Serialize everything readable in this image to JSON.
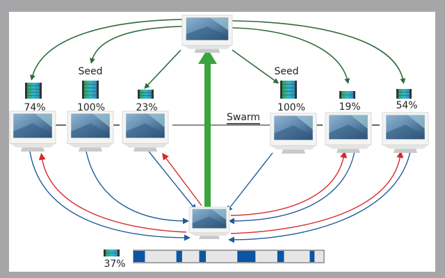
{
  "colors": {
    "background": "#a6a5a7",
    "panel": "#ffffff",
    "upload_arrow": "#3aa53a",
    "seed_arrow": "#2e6b3a",
    "download_arrow": "#1f5a9a",
    "upload_peer_arrow": "#d42a2a",
    "progress_filled": "#0b55a5",
    "progress_empty": "#e6e6e8"
  },
  "tracker": {
    "icon": "computer-icon"
  },
  "swarm_label": "Swarm",
  "peers": [
    {
      "id": "peer-1",
      "label": "",
      "percent": "74%",
      "file_icon": "video-file-icon"
    },
    {
      "id": "peer-2",
      "label": "Seed",
      "percent": "100%",
      "file_icon": "video-file-icon"
    },
    {
      "id": "peer-3",
      "label": "",
      "percent": "23%",
      "file_icon": "video-file-icon"
    },
    {
      "id": "peer-4",
      "label": "Seed",
      "percent": "100%",
      "file_icon": "video-file-icon"
    },
    {
      "id": "peer-5",
      "label": "",
      "percent": "19%",
      "file_icon": "video-file-icon"
    },
    {
      "id": "peer-6",
      "label": "",
      "percent": "54%",
      "file_icon": "video-file-icon"
    }
  ],
  "client": {
    "percent": "37%",
    "progress_fraction": 0.37,
    "pieces_filled_ranges": [
      [
        0.0,
        0.06
      ],
      [
        0.225,
        0.255
      ],
      [
        0.345,
        0.38
      ],
      [
        0.545,
        0.64
      ],
      [
        0.755,
        0.79
      ],
      [
        0.925,
        0.95
      ]
    ]
  }
}
